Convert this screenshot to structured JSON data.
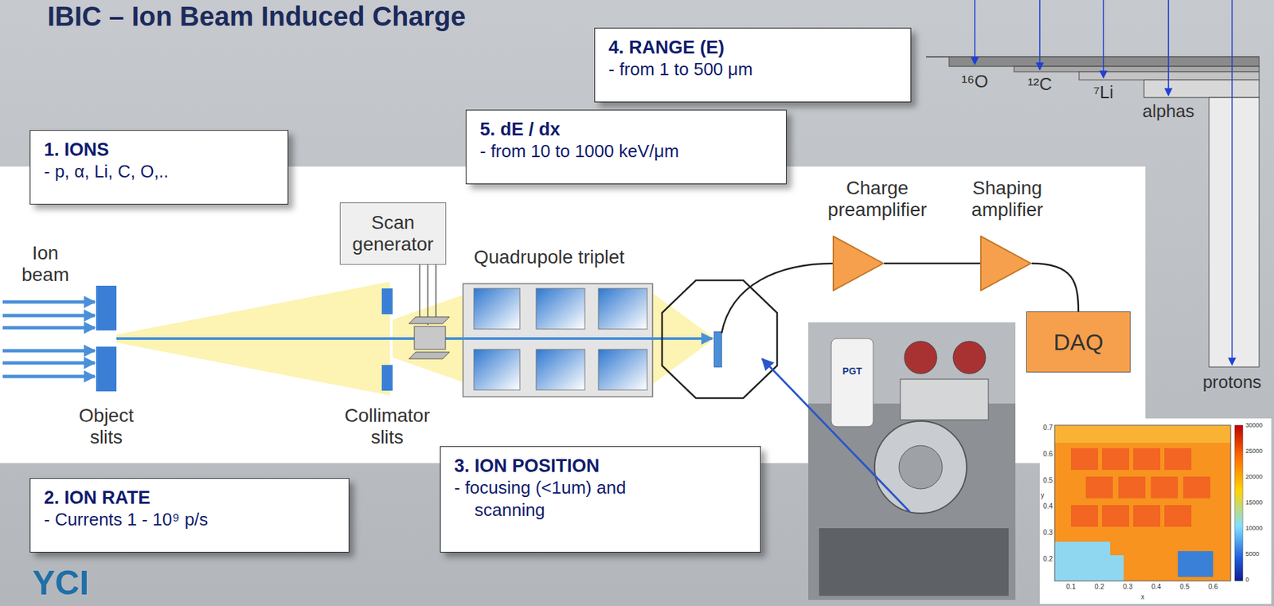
{
  "diagram": {
    "title": "IBIC – Ion Beam Induced Charge",
    "nodes": [
      {
        "text": [
          "1. IONS",
          "- p, α, Li, C, O,.."
        ]
      },
      {
        "text": [
          "2. ION RATE",
          "- Currents 1 - 10⁹ p/s"
        ]
      },
      {
        "text": [
          "3. ION POSITION",
          "- focusing (<1um) and scanning"
        ]
      },
      {
        "text": [
          "4. RANGE (E)",
          "- from 1 to 500 μm"
        ]
      },
      {
        "text": [
          "5. dE / dx",
          "- from 10 to 1000 keV/μm"
        ]
      },
      {
        "text": [
          "Scan generator"
        ]
      },
      {
        "text": [
          "Charge preamplifier"
        ]
      },
      {
        "text": [
          "Shaping amplifier"
        ]
      },
      {
        "text": [
          "DAQ"
        ]
      }
    ],
    "edges": [
      {
        "from": 6,
        "to": 7,
        "arrow": "none"
      },
      {
        "from": 7,
        "to": 8,
        "arrow": "none"
      }
    ],
    "labels": [
      "Ion beam",
      "Object slits",
      "Collimator slits",
      "Quadrupole triplet",
      "¹⁶O",
      "¹²C",
      "⁷Li",
      "alphas",
      "protons",
      "PGT",
      "0.7",
      "0.6",
      "0.5",
      "0.4",
      "0.3",
      "0.2",
      "0.1",
      "0.2",
      "0.3",
      "0.4",
      "0.5",
      "0.6",
      "x",
      "y",
      "30000",
      "25000",
      "20000",
      "15000",
      "10000",
      "5000",
      "0",
      "YCI"
    ]
  }
}
